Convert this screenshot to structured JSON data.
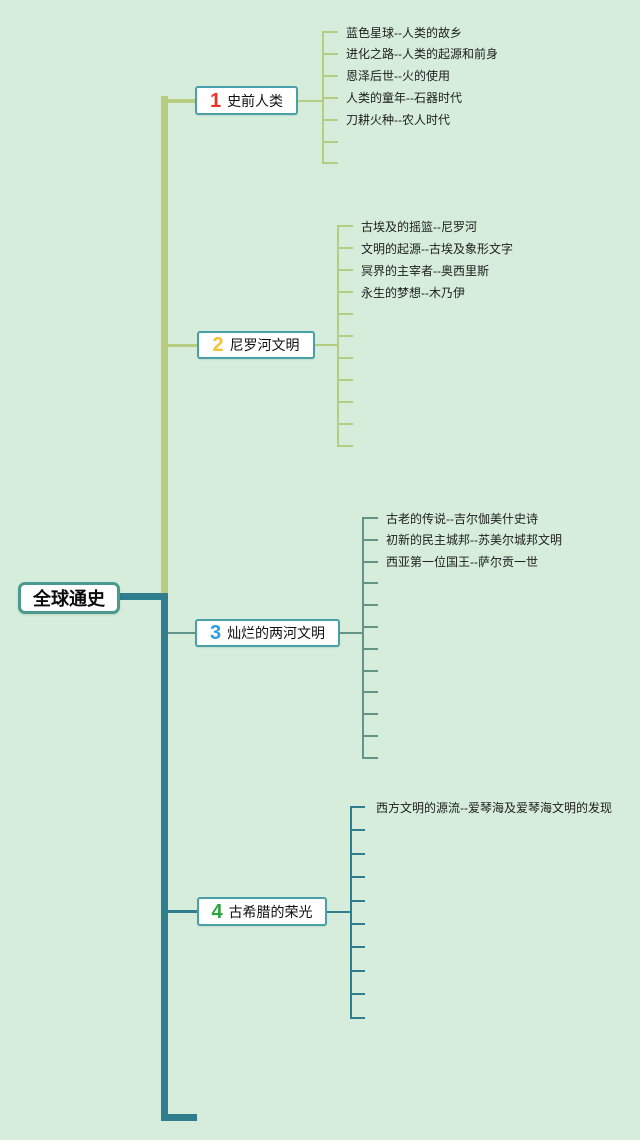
{
  "root": {
    "label": "全球通史"
  },
  "colors": {
    "background": "#d5edda",
    "teal_line": "#2f7e8e",
    "yellow_green_line": "#b6cc80",
    "upper_trunk": "#b9cc7d",
    "branch3_line": "#63948a",
    "node_border": "#4aa0a8",
    "root_border": "#4a9a8f"
  },
  "branches": [
    {
      "number": "1",
      "number_color": "#e93427",
      "label": "史前人类",
      "line_color": "#b6cc80",
      "items": [
        "蓝色星球--人类的故乡",
        "进化之路--人类的起源和前身",
        "恩泽后世--火的使用",
        "人类的童年--石器时代",
        "刀耕火种--农人时代",
        "",
        ""
      ]
    },
    {
      "number": "2",
      "number_color": "#f2c431",
      "label": "尼罗河文明",
      "line_color": "#b6cc80",
      "items": [
        "古埃及的摇篮--尼罗河",
        "文明的起源--古埃及象形文字",
        "冥界的主宰者--奥西里斯",
        "永生的梦想--木乃伊",
        "",
        "",
        "",
        "",
        "",
        "",
        ""
      ]
    },
    {
      "number": "3",
      "number_color": "#2d9de2",
      "label": "灿烂的两河文明",
      "line_color": "#63948a",
      "items": [
        "古老的传说--吉尔伽美什史诗",
        "初新的民主城邦--苏美尔城邦文明",
        "西亚第一位国王--萨尔贡一世",
        "",
        "",
        "",
        "",
        "",
        "",
        "",
        "",
        ""
      ]
    },
    {
      "number": "4",
      "number_color": "#2ba441",
      "label": "古希腊的荣光",
      "line_color": "#2f7e8e",
      "items": [
        "西方文明的源流--爱琴海及爱琴海文明的发现",
        "",
        "",
        "",
        "",
        "",
        "",
        "",
        "",
        ""
      ]
    }
  ]
}
